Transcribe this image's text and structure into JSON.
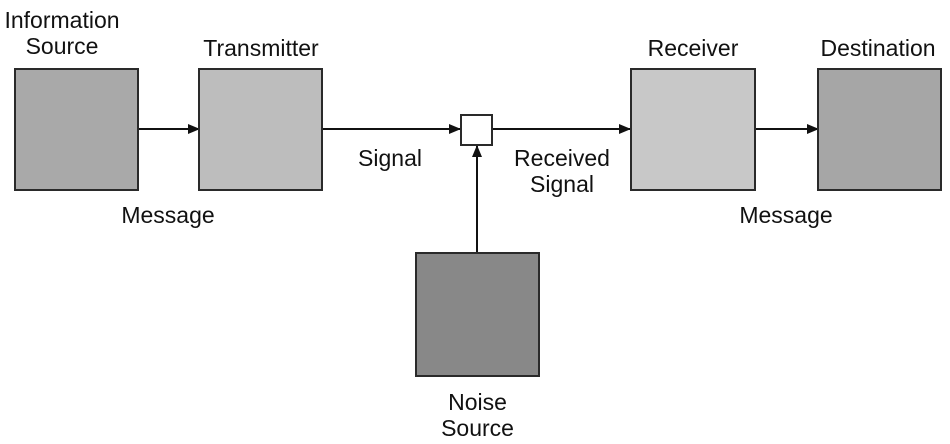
{
  "nodes": {
    "information_source": {
      "line1": "Information",
      "line2": "Source",
      "fill": "#a9a9a9"
    },
    "transmitter": {
      "label": "Transmitter",
      "fill": "#bdbdbd"
    },
    "receiver": {
      "label": "Receiver",
      "fill": "#c8c8c8"
    },
    "destination": {
      "label": "Destination",
      "fill": "#a6a6a6"
    },
    "noise_source": {
      "line1": "Noise",
      "line2": "Source",
      "fill": "#888888"
    },
    "mixer": {
      "fill": "#ffffff"
    }
  },
  "edges": {
    "message_left": "Message",
    "signal": "Signal",
    "received_signal_line1": "Received",
    "received_signal_line2": "Signal",
    "message_right": "Message"
  }
}
